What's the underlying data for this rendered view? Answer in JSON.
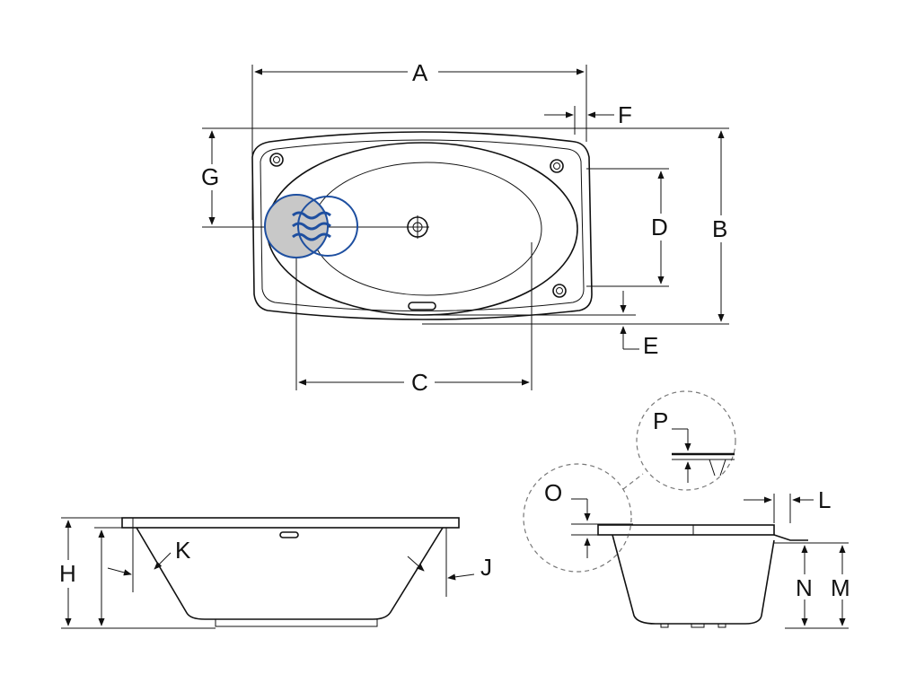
{
  "diagram": {
    "labels": {
      "A": "A",
      "B": "B",
      "C": "C",
      "D": "D",
      "E": "E",
      "F": "F",
      "G": "G",
      "H": "H",
      "J": "J",
      "K": "K",
      "L": "L",
      "M": "M",
      "N": "N",
      "O": "O",
      "P": "P"
    },
    "colors": {
      "line": "#111111",
      "highlight_fill": "#c8c8c8",
      "highlight_outline": "#1e4fa0"
    },
    "icons": [
      "drain-icon",
      "jet-icon",
      "waves-icon"
    ]
  }
}
